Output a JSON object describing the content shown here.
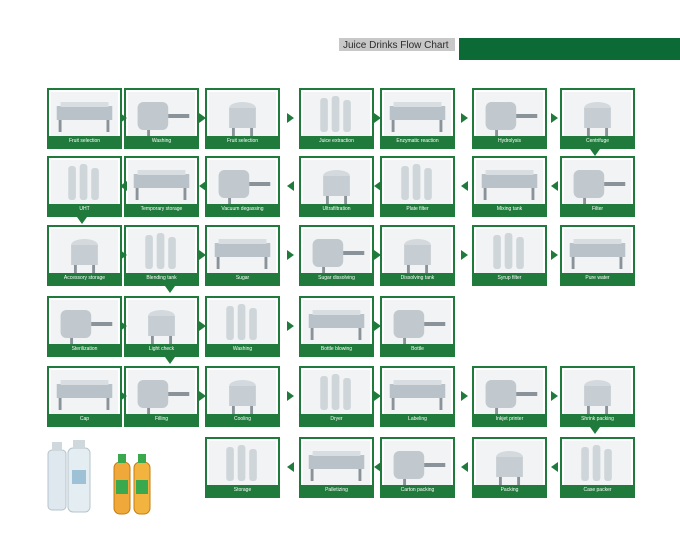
{
  "title": "Juice Drinks Flow Chart",
  "steps": {
    "r1": [
      "Fruit selection",
      "Washing",
      "Fruit selection",
      "Juice extraction",
      "Enzymatic reaction",
      "Hydrolysis",
      "Centrifuge"
    ],
    "r2": [
      "UHT",
      "Temporary storage",
      "Vacuum degassing",
      "Ultrafiltration",
      "Plate filter",
      "Mixing tank",
      "Filter"
    ],
    "r3": [
      "Accessory storage",
      "Blending tank",
      "Sugar",
      "Sugar dissolving",
      "Dissolving tank",
      "Syrup filter",
      "Pure water"
    ],
    "r4": [
      "Sterilization",
      "Light check",
      "Washing",
      "Bottle blowing",
      "Bottle"
    ],
    "r5": [
      "Cap",
      "Filling",
      "Cooling",
      "Dryer",
      "Labeling",
      "Inkjet printer",
      "Shrink packing"
    ],
    "r6": [
      "Storage",
      "Palletizing",
      "Carton packing",
      "Packing",
      "Case packer"
    ]
  },
  "colors": {
    "green": "#1f7a3c",
    "dark_green": "#0b6a35",
    "title_gray": "#c8c8c8"
  },
  "icons": [
    "machine-icon",
    "tank-icon",
    "conveyor-icon",
    "bottle-icon",
    "bag-icon",
    "worker-icon",
    "cap-icon",
    "box-icon",
    "product-bottles-icon"
  ]
}
